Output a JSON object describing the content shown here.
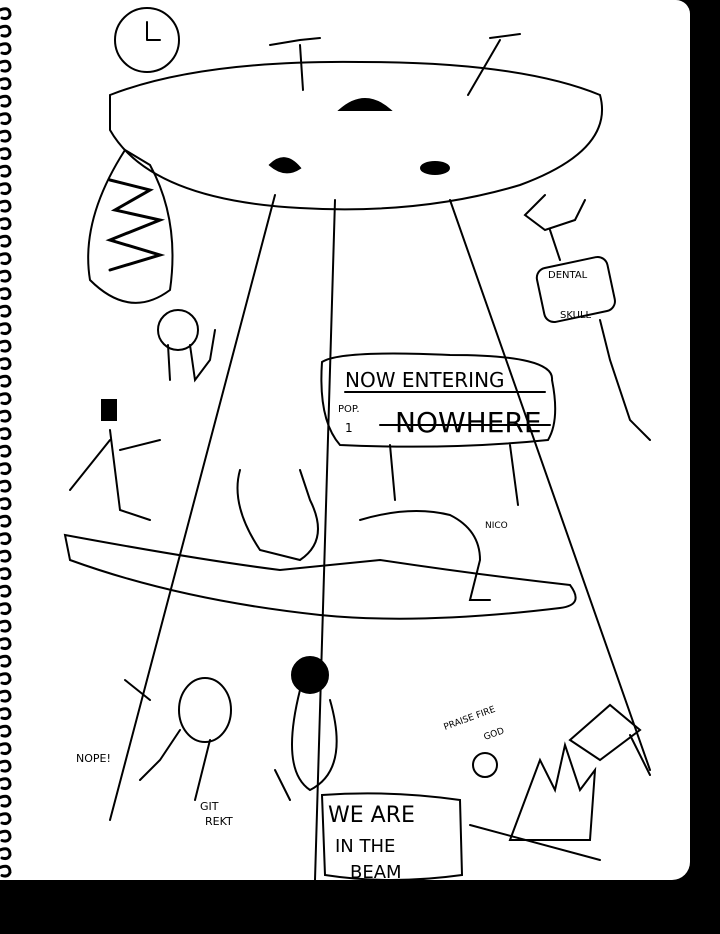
{
  "sign": {
    "line1": "NOW ENTERING",
    "pop_label": "POP.",
    "pop_value": "1",
    "place": "NOWHERE"
  },
  "jar_label": {
    "top": "DENTAL",
    "bottom": "SKULL"
  },
  "labels": {
    "nico": "NICO",
    "nope": "NOPE!",
    "git": "GIT",
    "rekt": "REKT",
    "praise": "PRAISE FIRE",
    "god": "GOD"
  },
  "beam_text": {
    "line1": "WE ARE",
    "line2": "IN THE",
    "line3": "BEAM"
  },
  "colors": {
    "ink": "#000000",
    "paper": "#ffffff"
  }
}
